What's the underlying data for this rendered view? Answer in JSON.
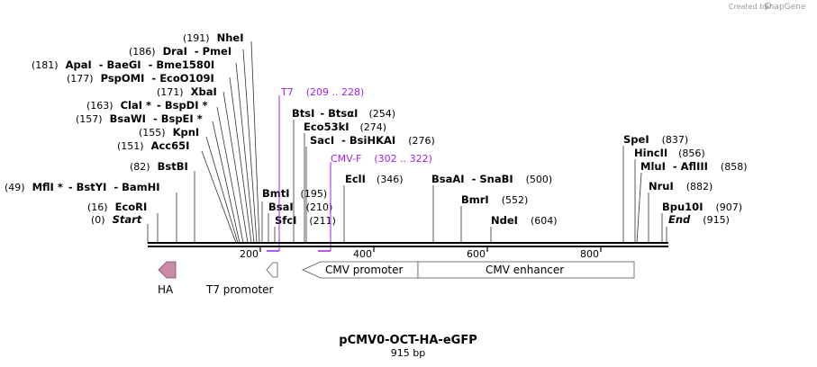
{
  "credit": {
    "prefix": "Created by",
    "brand": "SnapGene"
  },
  "plasmid": {
    "name": "pCMV0-OCT-HA-eGFP",
    "size": "915 bp"
  },
  "scale": {
    "ticks": [
      "200",
      "400",
      "600",
      "800"
    ]
  },
  "sites": {
    "nhei": {
      "pos": "(191)",
      "a": "NheI"
    },
    "drai": {
      "pos": "(186)",
      "a": "DraI",
      "b": "PmeI"
    },
    "apai": {
      "pos": "(181)",
      "a": "ApaI",
      "b": "BaeGI",
      "c": "Bme1580I"
    },
    "pspomi": {
      "pos": "(177)",
      "a": "PspOMI",
      "b": "EcoO109I"
    },
    "xbai": {
      "pos": "(171)",
      "a": "XbaI"
    },
    "clai": {
      "pos": "(163)",
      "a": "ClaI *",
      "b": "BspDI *"
    },
    "bsawi": {
      "pos": "(157)",
      "a": "BsaWI",
      "b": "BspEI *"
    },
    "kpni": {
      "pos": "(155)",
      "a": "KpnI"
    },
    "acc65i": {
      "pos": "(151)",
      "a": "Acc65I"
    },
    "bstbi": {
      "pos": "(82)",
      "a": "BstBI"
    },
    "mfli": {
      "pos": "(49)",
      "a": "MflI *",
      "b": "BstYI",
      "c": "BamHI"
    },
    "ecori": {
      "pos": "(16)",
      "a": "EcoRI"
    },
    "start": {
      "pos": "(0)",
      "a": "Start"
    },
    "bmti": {
      "pos": "(195)",
      "a": "BmtI"
    },
    "bsai": {
      "pos": "(210)",
      "a": "BsaI"
    },
    "sfci": {
      "pos": "(211)",
      "a": "SfcI"
    },
    "btsi": {
      "pos": "(254)",
      "a": "BtsI",
      "b": "BtsαI"
    },
    "eco53ki": {
      "pos": "(274)",
      "a": "Eco53kI"
    },
    "saci": {
      "pos": "(276)",
      "a": "SacI",
      "b": "BsiHKAI"
    },
    "ecli": {
      "pos": "(346)",
      "a": "EclI"
    },
    "bsaai": {
      "pos": "(500)",
      "a": "BsaAI",
      "b": "SnaBI"
    },
    "bmri": {
      "pos": "(552)",
      "a": "BmrI"
    },
    "ndei": {
      "pos": "(604)",
      "a": "NdeI"
    },
    "spei": {
      "pos": "(837)",
      "a": "SpeI"
    },
    "hincii": {
      "pos": "(856)",
      "a": "HincII"
    },
    "mlui": {
      "pos": "(858)",
      "a": "MluI",
      "b": "AflIII"
    },
    "nrui": {
      "pos": "(882)",
      "a": "NruI"
    },
    "bpu10i": {
      "pos": "(907)",
      "a": "Bpu10I"
    },
    "end": {
      "pos": "(915)",
      "a": "End"
    }
  },
  "primers": {
    "t7": {
      "name": "T7",
      "range": "(209 .. 228)"
    },
    "cmvf": {
      "name": "CMV-F",
      "range": "(302 .. 322)"
    }
  },
  "features": {
    "ha": {
      "label": "HA",
      "color": "#c98ca8"
    },
    "t7_promoter": {
      "label": "T7 promoter"
    },
    "cmv_promoter": {
      "label": "CMV promoter"
    },
    "cmv_enhancer": {
      "label": "CMV enhancer"
    }
  }
}
